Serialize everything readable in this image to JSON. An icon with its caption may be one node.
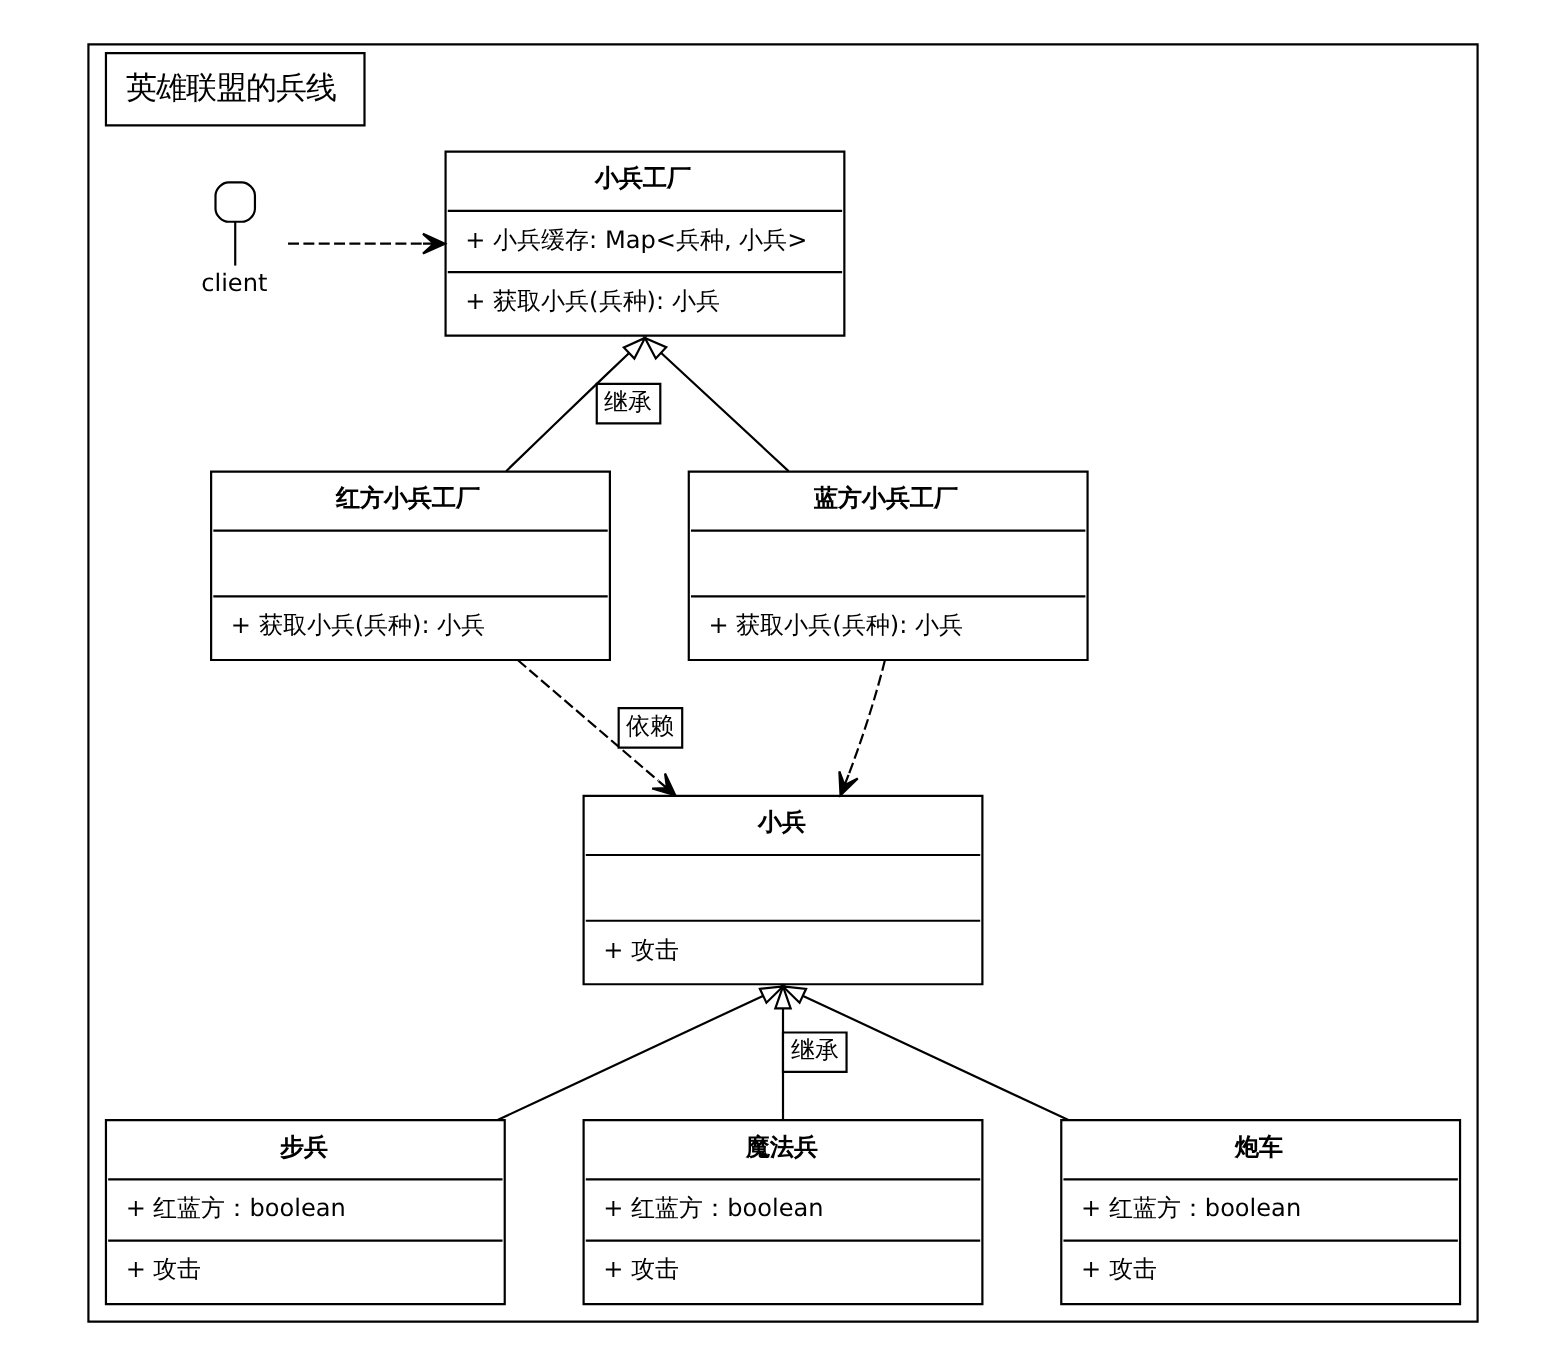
{
  "diagram": {
    "nodes": [
      {
        "text": [
          "英雄联盟的兵线"
        ]
      },
      {
        "text": [
          "client"
        ],
        "in": 0
      },
      {
        "text": [
          "小兵工厂",
          "+ 小兵缓存: Map<兵种, 小兵>",
          "+ 获取小兵(兵种): 小兵"
        ],
        "in": 0
      },
      {
        "text": [
          "红方小兵工厂",
          "+ 获取小兵(兵种): 小兵"
        ],
        "in": 0
      },
      {
        "text": [
          "蓝方小兵工厂",
          "+ 获取小兵(兵种): 小兵"
        ],
        "in": 0
      },
      {
        "text": [
          "小兵",
          "+ 攻击"
        ],
        "in": 0
      },
      {
        "text": [
          "步兵",
          "+ 红蓝方：boolean",
          "+ 攻击"
        ],
        "in": 0
      },
      {
        "text": [
          "魔法兵",
          "+ 红蓝方：boolean",
          "+ 攻击"
        ],
        "in": 0
      },
      {
        "text": [
          "炮车",
          "+ 红蓝方：boolean",
          "+ 攻击"
        ],
        "in": 0
      }
    ],
    "edges": [
      {
        "from": 1,
        "to": 2,
        "arrow": "to",
        "style": "dashed"
      },
      {
        "from": 3,
        "to": 2,
        "arrow": "to",
        "label": "继承"
      },
      {
        "from": 4,
        "to": 2,
        "arrow": "to"
      },
      {
        "from": 3,
        "to": 5,
        "arrow": "to",
        "label": "依赖",
        "style": "dashed"
      },
      {
        "from": 4,
        "to": 5,
        "arrow": "to",
        "style": "dashed"
      },
      {
        "from": 6,
        "to": 5,
        "arrow": "to"
      },
      {
        "from": 7,
        "to": 5,
        "arrow": "to",
        "label": "继承"
      },
      {
        "from": 8,
        "to": 5,
        "arrow": "to"
      }
    ]
  }
}
